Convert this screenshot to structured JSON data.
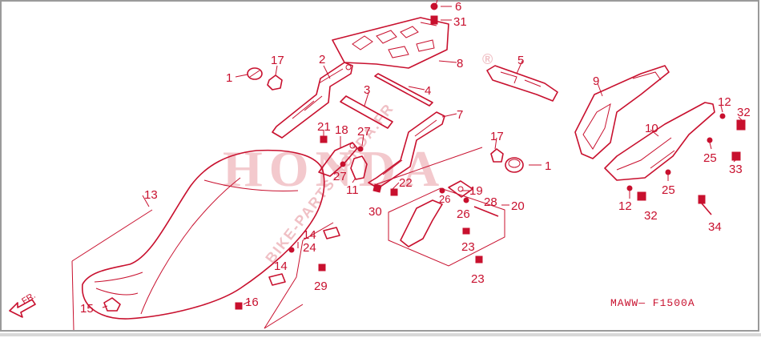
{
  "diagram_code": "MAWW— F1500A",
  "watermark": {
    "brand": "HONDA",
    "site": "BIKE-PARTS-HONDA.FR",
    "registered": "®"
  },
  "direction_label": "FR.",
  "callouts": {
    "c1a": "1",
    "c1b": "1",
    "c2": "2",
    "c3": "3",
    "c4": "4",
    "c5": "5",
    "c6": "6",
    "c7": "7",
    "c8": "8",
    "c9": "9",
    "c10": "10",
    "c11": "11",
    "c12a": "12",
    "c12b": "12",
    "c13": "13",
    "c14a": "14",
    "c14b": "14",
    "c15": "15",
    "c16": "16",
    "c17a": "17",
    "c17b": "17",
    "c18": "18",
    "c19": "19",
    "c20": "20",
    "c21": "21",
    "c22": "22",
    "c23a": "23",
    "c23b": "23",
    "c24": "24",
    "c25a": "25",
    "c25b": "25",
    "c26a": "26",
    "c26b": "26",
    "c27a": "27",
    "c27b": "27",
    "c28": "28",
    "c29": "29",
    "c30": "30",
    "c31": "31",
    "c32a": "32",
    "c32b": "32",
    "c33": "33",
    "c34": "34"
  }
}
